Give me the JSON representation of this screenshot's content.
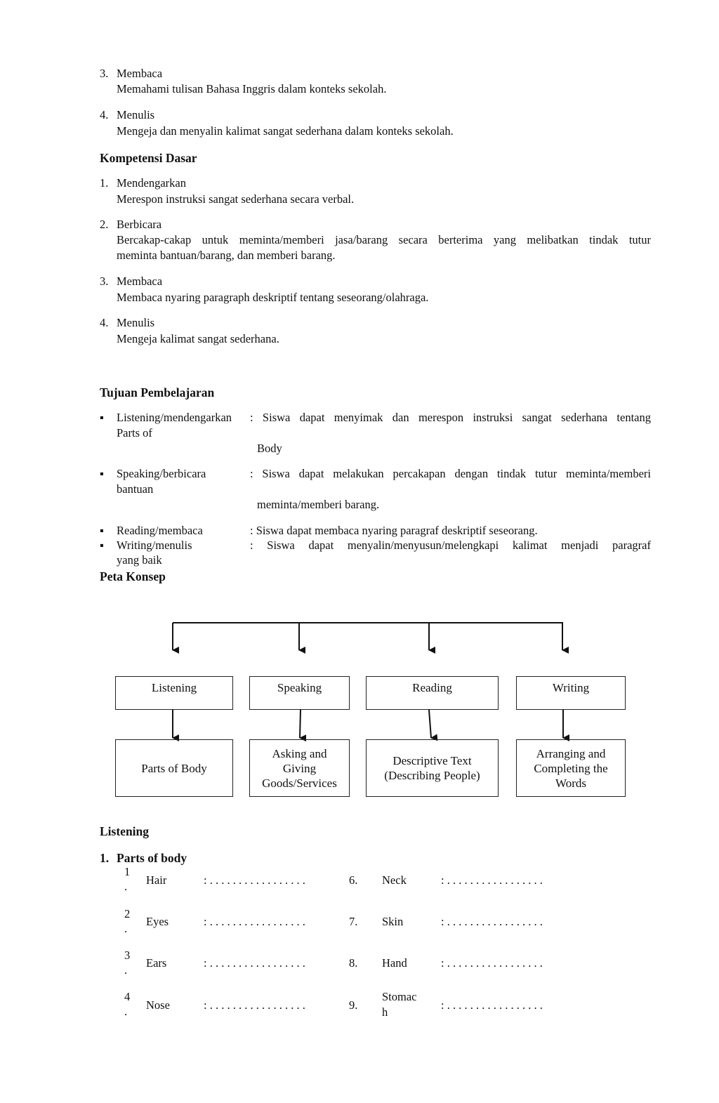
{
  "standar_kompetensi": [
    {
      "num": "3.",
      "title": "Membaca",
      "desc": "Memahami tulisan  Bahasa Inggris dalam konteks sekolah."
    },
    {
      "num": "4.",
      "title": "Menulis",
      "desc": "Mengeja dan menyalin kalimat  sangat sederhana dalam konteks sekolah."
    }
  ],
  "kompetensi_dasar": {
    "heading": "Kompetensi Dasar",
    "items": [
      {
        "num": "1.",
        "title": "Mendengarkan",
        "desc": "Merespon instruksi  sangat sederhana secara verbal."
      },
      {
        "num": "2.",
        "title": "Berbicara",
        "desc_line1": "Bercakap-cakap  untuk  meminta/memberi jasa/barang  secara  berterima  yang  melibatkan  tindak  tutur",
        "desc_line2": "meminta  bantuan/barang, dan memberi barang."
      },
      {
        "num": "3.",
        "title": "Membaca",
        "desc": "Membaca nyaring paragraph deskriptif  tentang seseorang/olahraga."
      },
      {
        "num": "4.",
        "title": "Menulis",
        "desc": "Mengeja kalimat  sangat sederhana."
      }
    ]
  },
  "tujuan": {
    "heading": "Tujuan Pembelajaran",
    "bullet": "▪",
    "items": [
      {
        "skill": "Listening/mendengarkan",
        "desc": ": Siswa  dapat  menyimak  dan  merespon  instruksi  sangat  sederhana  tentang",
        "skill_cont": "Parts of",
        "desc_cont": "Body"
      },
      {
        "skill": "Speaking/berbicara",
        "desc": ": Siswa  dapat  melakukan  percakapan  dengan  tindak  tutur  meminta/memberi",
        "skill_cont": "bantuan",
        "desc_cont": "meminta/memberi  barang."
      },
      {
        "skill": "Reading/membaca",
        "desc": ": Siswa dapat membaca nyaring paragraf deskriptif  seseorang."
      },
      {
        "skill": "Writing/menulis",
        "desc": ":   Siswa    dapat    menyalin/menyusun/melengkapi    kalimat    menjadi    paragraf",
        "skill_cont": "yang baik"
      }
    ]
  },
  "peta_konsep": {
    "heading": "Peta Konsep",
    "skills": [
      "Listening",
      "Speaking",
      "Reading",
      "Writing"
    ],
    "topics": [
      {
        "line1": "Parts of Body"
      },
      {
        "line1": "Asking and",
        "line2": "Giving",
        "line3": "Goods/Services"
      },
      {
        "line1": "Descriptive Text",
        "line2": "(Describing People)"
      },
      {
        "line1": "Arranging and",
        "line2": "Completing  the",
        "line3": "Words"
      }
    ]
  },
  "listening": {
    "heading": "Listening",
    "sub_num": "1.",
    "sub_heading": "Parts of body",
    "dots": ": . . . . . . . . . . . . . . . . .",
    "left": [
      {
        "n": "1",
        "p": ".",
        "word": "Hair"
      },
      {
        "n": "2",
        "p": ".",
        "word": "Eyes"
      },
      {
        "n": "3",
        "p": ".",
        "word": "Ears"
      },
      {
        "n": "4",
        "p": ".",
        "word": "Nose"
      }
    ],
    "right": [
      {
        "n": "6.",
        "word": "Neck"
      },
      {
        "n": "7.",
        "word": "Skin"
      },
      {
        "n": "8.",
        "word": "Hand"
      },
      {
        "n": "9.",
        "word": "Stomac",
        "word2": "h"
      }
    ]
  }
}
